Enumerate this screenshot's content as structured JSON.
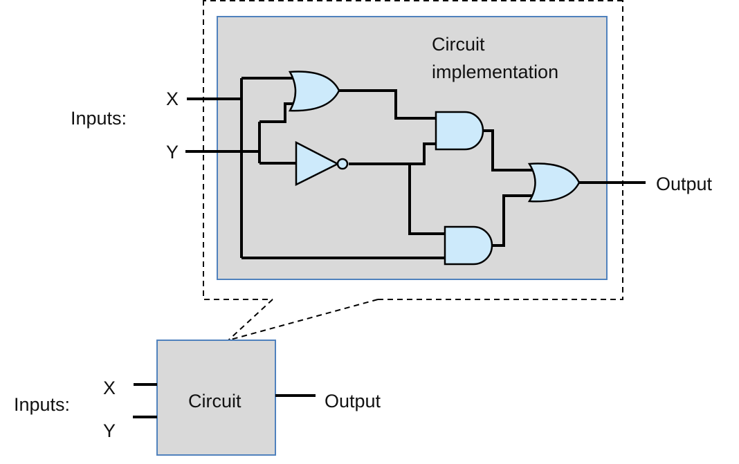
{
  "diagram": {
    "top": {
      "inputs_label": "Inputs:",
      "input_x": "X",
      "input_y": "Y",
      "output_label": "Output",
      "box_title_line1": "Circuit",
      "box_title_line2": "implementation",
      "gates": [
        {
          "type": "OR",
          "inputs": [
            "X",
            "Y"
          ]
        },
        {
          "type": "NOT",
          "inputs": [
            "Y"
          ]
        },
        {
          "type": "AND",
          "inputs": [
            "OR(X,Y)",
            "NOT(Y)"
          ]
        },
        {
          "type": "AND",
          "inputs": [
            "NOT(Y)",
            "X"
          ]
        },
        {
          "type": "OR",
          "inputs": [
            "AND1",
            "AND2"
          ],
          "output": "Output"
        }
      ]
    },
    "bottom": {
      "inputs_label": "Inputs:",
      "input_x": "X",
      "input_y": "Y",
      "box_label": "Circuit",
      "output_label": "Output"
    },
    "colors": {
      "gate_fill": "#cdeafb",
      "box_fill": "#d9d9d9",
      "box_border": "#4f81bd"
    }
  }
}
